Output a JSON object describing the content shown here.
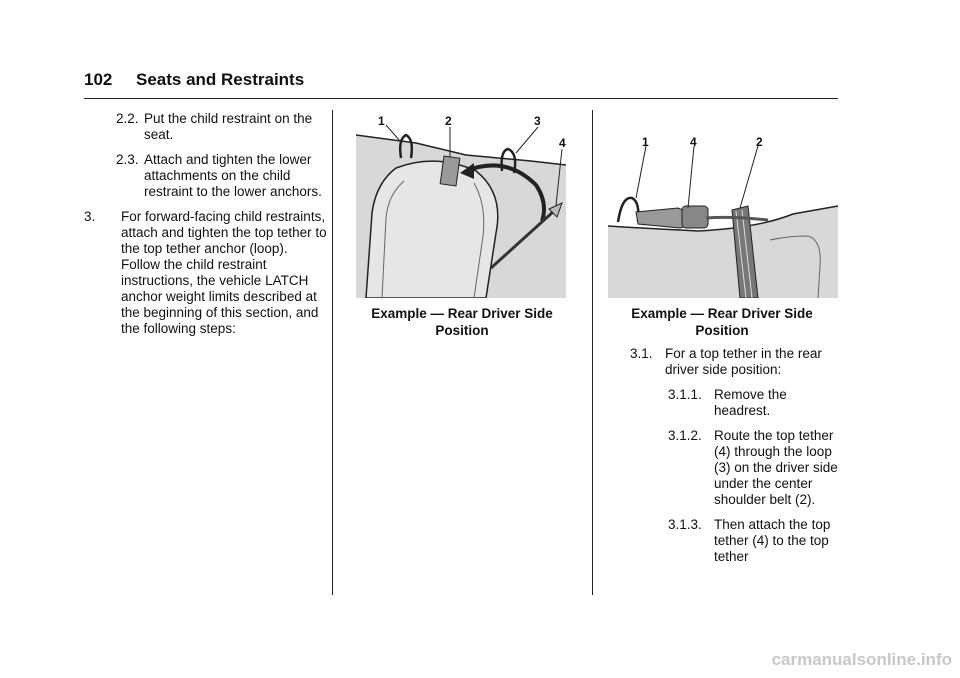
{
  "header": {
    "page_number": "102",
    "section_title": "Seats and Restraints"
  },
  "column1": {
    "steps": [
      {
        "num": "2.2.",
        "text": "Put the child restraint on the seat.",
        "level": 2
      },
      {
        "num": "2.3.",
        "text": "Attach and tighten the lower attachments on the child restraint to the lower anchors.",
        "level": 2
      },
      {
        "num": "3.",
        "text": "For forward-facing child restraints, attach and tighten the top tether to the top tether anchor (loop). Follow the child restraint instructions, the vehicle LATCH anchor weight limits described at the beginning of this section, and the following steps:",
        "level": 1
      }
    ]
  },
  "figure1": {
    "callouts": [
      "1",
      "2",
      "3",
      "4"
    ],
    "caption": "Example — Rear Driver Side Position"
  },
  "figure2": {
    "callouts": [
      "1",
      "4",
      "2"
    ],
    "caption": "Example — Rear Driver Side Position"
  },
  "column3": {
    "steps": [
      {
        "num": "3.1.",
        "text": "For a top tether in the rear driver side position:",
        "level": 1
      },
      {
        "num": "3.1.1.",
        "text": "Remove the headrest.",
        "level": 2
      },
      {
        "num": "3.1.2.",
        "text": "Route the top tether (4) through the loop (3) on the driver side under the center shoulder belt (2).",
        "level": 2
      },
      {
        "num": "3.1.3.",
        "text": "Then attach the top tether (4) to the top tether",
        "level": 2
      }
    ]
  },
  "watermark": "carmanualsonline.info"
}
